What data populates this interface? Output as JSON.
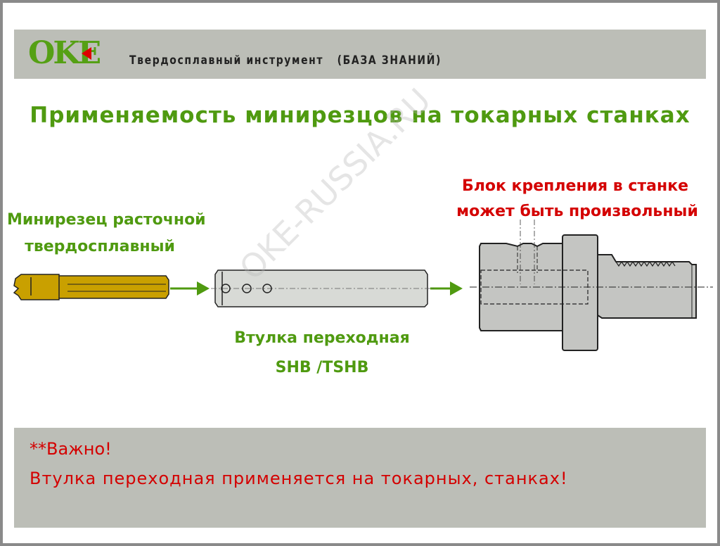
{
  "header": {
    "logo_text": "OKE",
    "subtitle": "Твердосплавный инструмент   (БАЗА ЗНАНИЙ)"
  },
  "title": "Применяемость минирезцов на токарных станках",
  "labels": {
    "minicutter_line1": "Минирезец расточной",
    "minicutter_line2": "твердосплавный",
    "sleeve_line1": "Втулка переходная",
    "sleeve_line2": "SHB /TSHB",
    "block_line1": "Блок крепления в станке",
    "block_line2": "может быть произвольный"
  },
  "watermark": "OKE-RUSSIA.RU",
  "footer": {
    "line1": "**Важно!",
    "line2": "Втулка переходная применяется на токарных, станках!"
  },
  "colors": {
    "green": "#4f9a10",
    "red": "#d40000",
    "band": "#bcbeb7",
    "gold": "#c9a000"
  }
}
